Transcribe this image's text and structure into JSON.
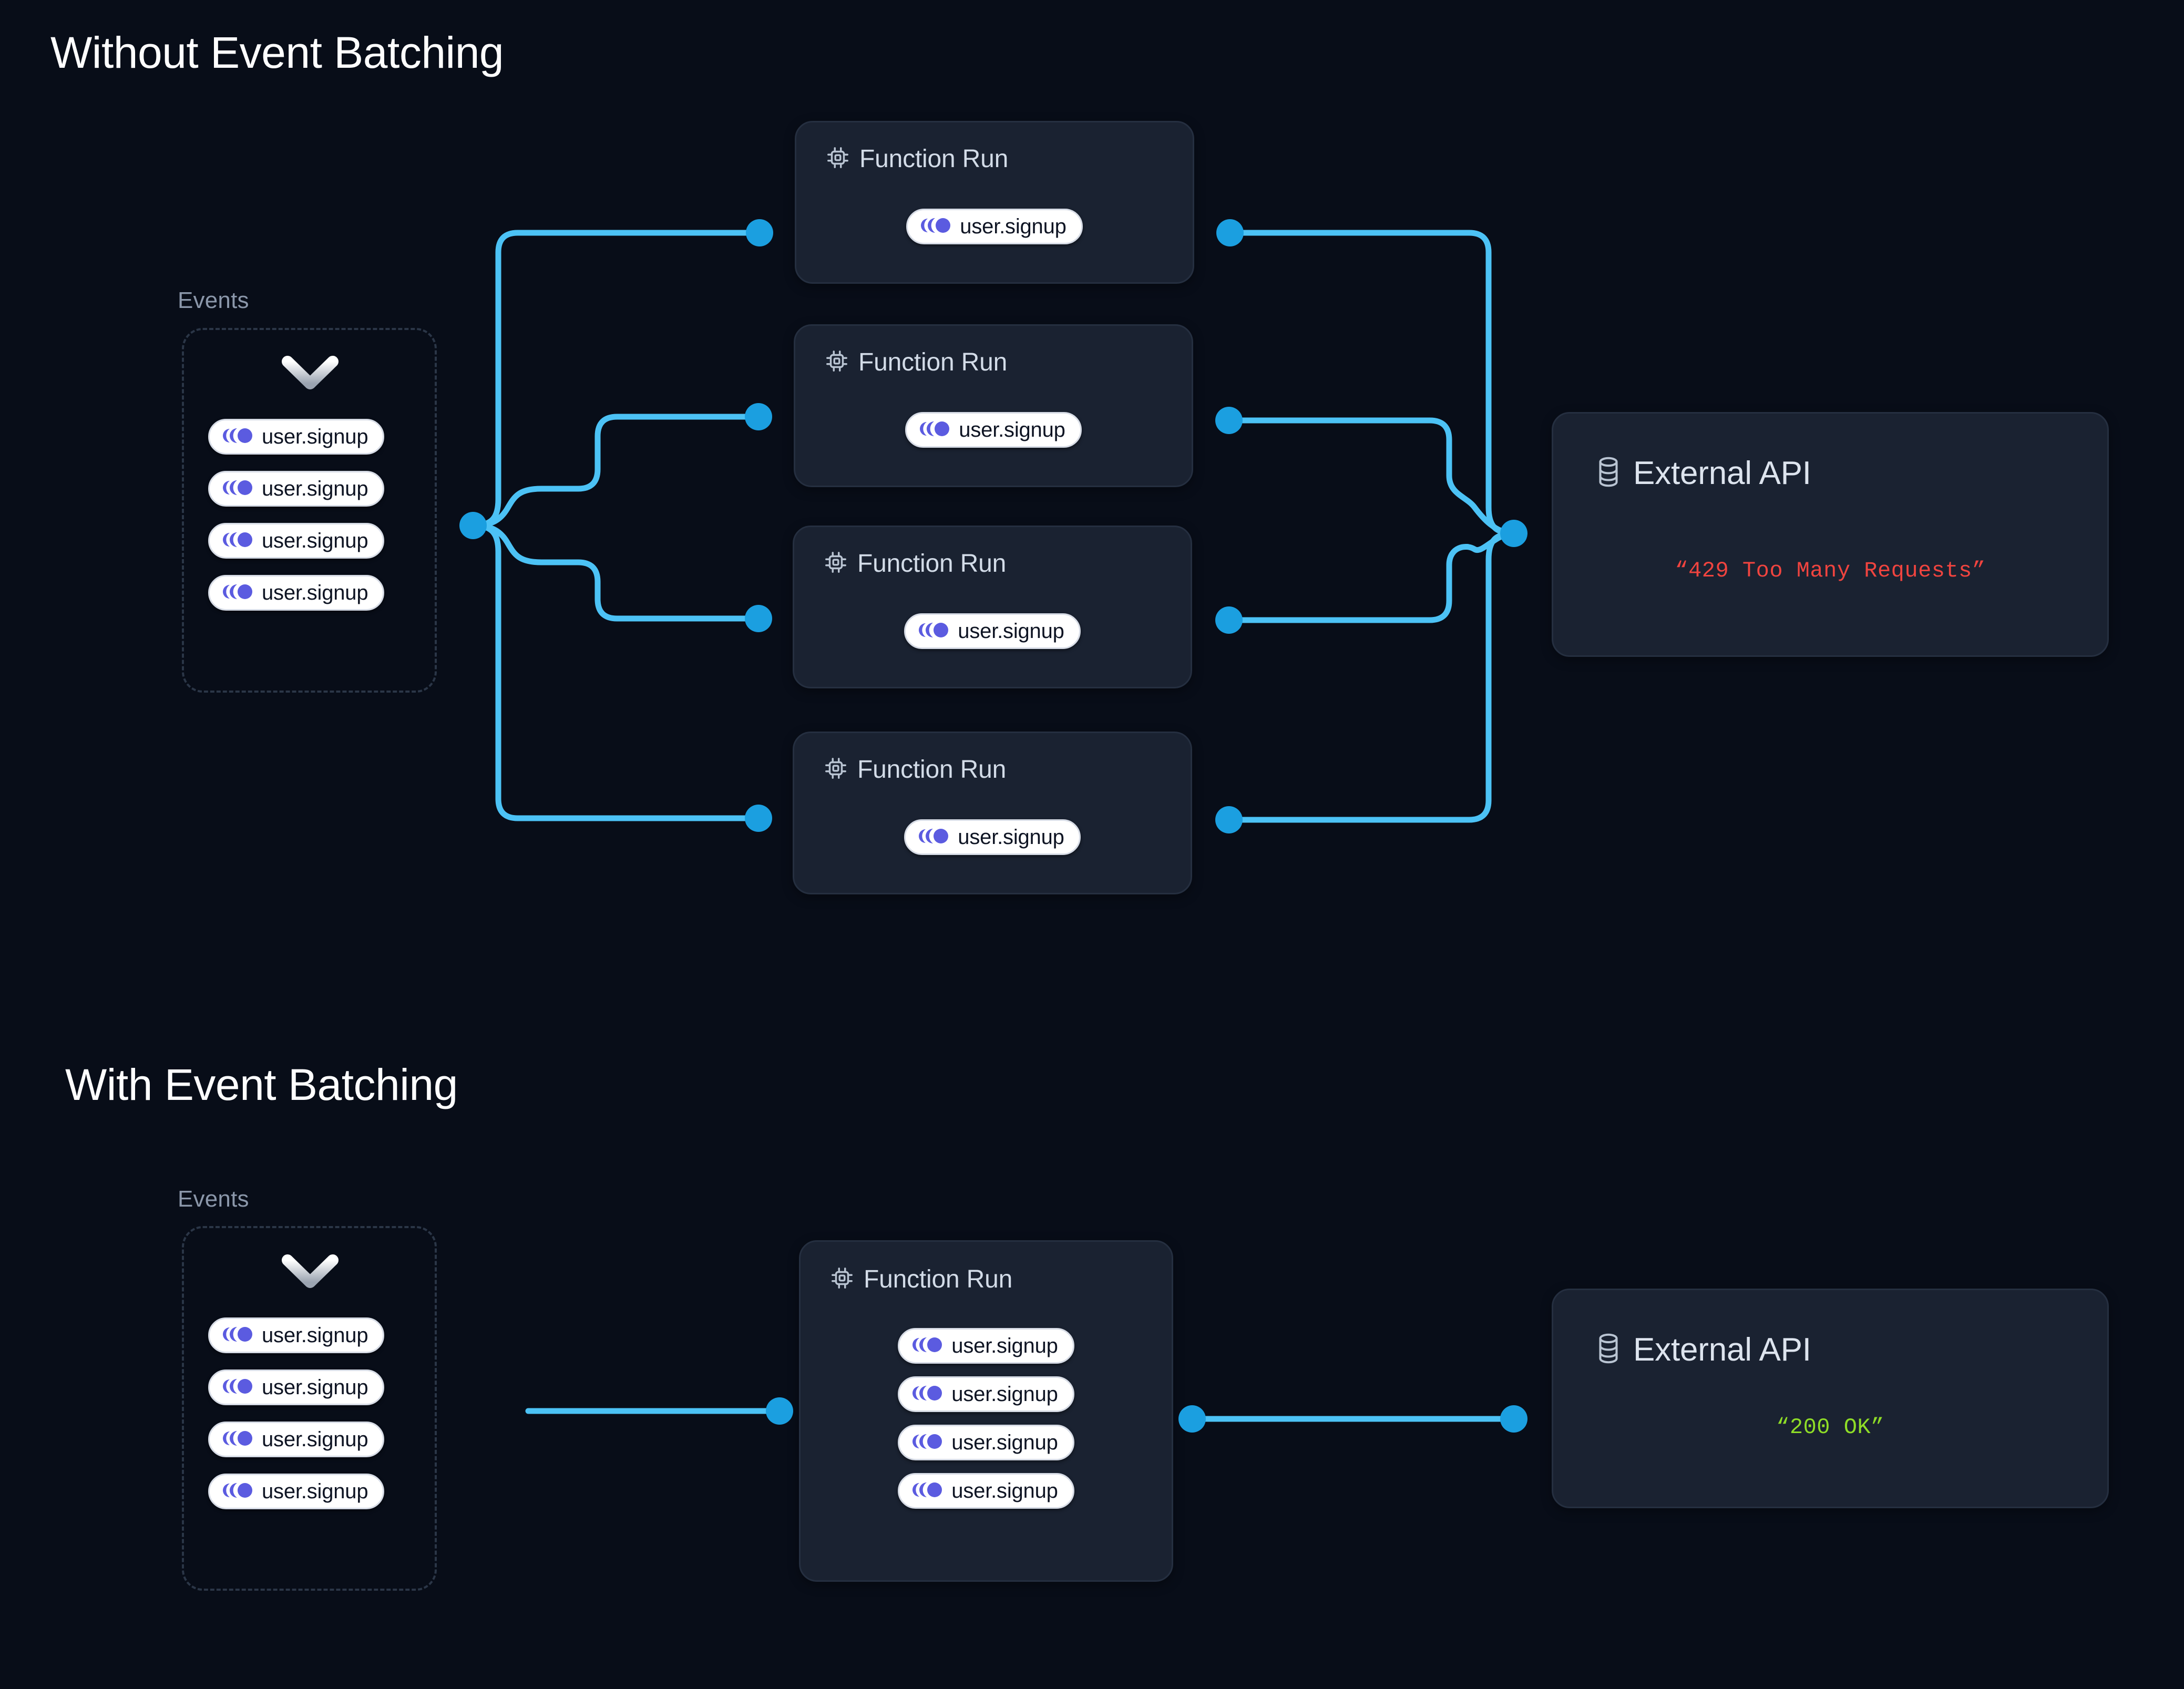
{
  "page": {
    "background": "#080d18",
    "accent_wire": "#29a8e8",
    "accent_wire_light": "#4cc2f5",
    "event_icon_color": "#5b5be0",
    "card_background": "#1a2231",
    "dashed_border": "#2b3647"
  },
  "sections": [
    {
      "id": "without-batching",
      "title": "Without Event Batching",
      "events": {
        "label": "Events",
        "icon": "chevron-down-icon",
        "items": [
          {
            "icon": "event-signal-icon",
            "label": "user.signup"
          },
          {
            "icon": "event-signal-icon",
            "label": "user.signup"
          },
          {
            "icon": "event-signal-icon",
            "label": "user.signup"
          },
          {
            "icon": "event-signal-icon",
            "label": "user.signup"
          }
        ]
      },
      "function_runs": [
        {
          "icon": "cpu-chip-icon",
          "title": "Function Run",
          "events": [
            {
              "icon": "event-signal-icon",
              "label": "user.signup"
            }
          ]
        },
        {
          "icon": "cpu-chip-icon",
          "title": "Function Run",
          "events": [
            {
              "icon": "event-signal-icon",
              "label": "user.signup"
            }
          ]
        },
        {
          "icon": "cpu-chip-icon",
          "title": "Function Run",
          "events": [
            {
              "icon": "event-signal-icon",
              "label": "user.signup"
            }
          ]
        },
        {
          "icon": "cpu-chip-icon",
          "title": "Function Run",
          "events": [
            {
              "icon": "event-signal-icon",
              "label": "user.signup"
            }
          ]
        }
      ],
      "external_api": {
        "icon": "database-icon",
        "title": "External API",
        "status": "“429 Too Many Requests”",
        "status_color": "#f0443f"
      }
    },
    {
      "id": "with-batching",
      "title": "With Event Batching",
      "events": {
        "label": "Events",
        "icon": "chevron-down-icon",
        "items": [
          {
            "icon": "event-signal-icon",
            "label": "user.signup"
          },
          {
            "icon": "event-signal-icon",
            "label": "user.signup"
          },
          {
            "icon": "event-signal-icon",
            "label": "user.signup"
          },
          {
            "icon": "event-signal-icon",
            "label": "user.signup"
          }
        ]
      },
      "function_runs": [
        {
          "icon": "cpu-chip-icon",
          "title": "Function Run",
          "events": [
            {
              "icon": "event-signal-icon",
              "label": "user.signup"
            },
            {
              "icon": "event-signal-icon",
              "label": "user.signup"
            },
            {
              "icon": "event-signal-icon",
              "label": "user.signup"
            },
            {
              "icon": "event-signal-icon",
              "label": "user.signup"
            }
          ]
        }
      ],
      "external_api": {
        "icon": "database-icon",
        "title": "External API",
        "status": "“200 OK”",
        "status_color": "#8fdd27"
      }
    }
  ]
}
